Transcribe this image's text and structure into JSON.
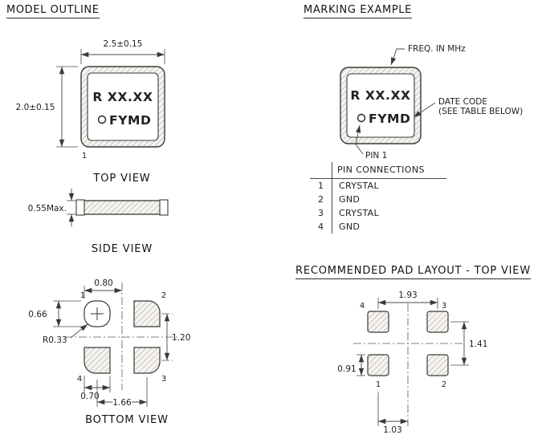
{
  "colors": {
    "background": "#ffffff",
    "line": "#3a3a3a",
    "hatch": "#a09a8d"
  },
  "headers": {
    "model_outline": "MODEL OUTLINE",
    "marking_example": "MARKING EXAMPLE",
    "pad_layout": "RECOMMENDED PAD LAYOUT - TOP VIEW"
  },
  "top_view": {
    "label": "TOP VIEW",
    "dim_width": "2.5±0.15",
    "dim_height": "2.0±0.15",
    "marking_line1": "R XX.XX",
    "marking_line2": "FYMD",
    "pin1_number": "1"
  },
  "side_view": {
    "label": "SIDE VIEW",
    "dim_thickness": "0.55Max."
  },
  "bottom_view": {
    "label": "BOTTOM VIEW",
    "dim_pad_to_center": "0.80",
    "dim_pad_height": "0.66",
    "corner_radius": "R0.33",
    "dim_row_pitch": "1.20",
    "dim_pad_width": "0.70",
    "dim_col_pitch": "1.66",
    "pin_numbers": {
      "p1": "1",
      "p2": "2",
      "p3": "3",
      "p4": "4"
    }
  },
  "marking": {
    "line1": "R XX.XX",
    "line2": "FYMD",
    "freq_callout": "FREQ. IN MHz",
    "date_code_callout_line1": "DATE CODE",
    "date_code_callout_line2": "(SEE TABLE BELOW)",
    "pin1_callout": "PIN 1"
  },
  "pin_connections": {
    "title": "PIN CONNECTIONS",
    "rows": [
      {
        "pin": "1",
        "signal": "CRYSTAL"
      },
      {
        "pin": "2",
        "signal": "GND"
      },
      {
        "pin": "3",
        "signal": "CRYSTAL"
      },
      {
        "pin": "4",
        "signal": "GND"
      }
    ]
  },
  "pad_layout": {
    "dim_top": "1.93",
    "dim_right": "1.41",
    "dim_left": "0.91",
    "dim_bottom": "1.03",
    "pin_numbers": {
      "p1": "1",
      "p2": "2",
      "p3": "3",
      "p4": "4"
    }
  }
}
